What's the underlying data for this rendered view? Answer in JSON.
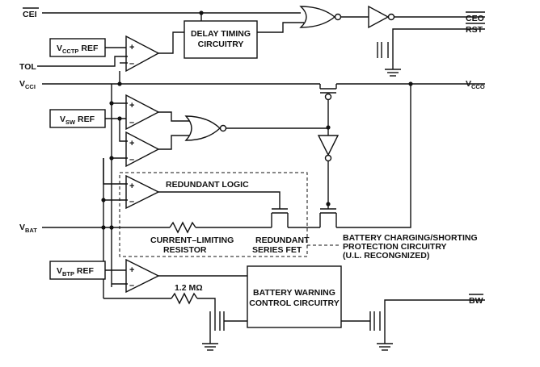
{
  "pins": {
    "cei": "CEI",
    "ceo": "CEO",
    "rst": "RST",
    "tol": "TOL",
    "vcci_main": "V",
    "vcci_sub": "CCI",
    "vcco_main": "V",
    "vcco_sub": "CCO",
    "vbat_main": "V",
    "vbat_sub": "BAT",
    "bw": "BW"
  },
  "refs": {
    "vcctp_main": "V",
    "vcctp_sub": "CCTP",
    "vcctp_tail": " REF",
    "vsw_main": "V",
    "vsw_sub": "SW",
    "vsw_tail": " REF",
    "vbtp_main": "V",
    "vbtp_sub": "BTP",
    "vbtp_tail": " REF"
  },
  "blocks": {
    "delay_line1": "DELAY TIMING",
    "delay_line2": "CIRCUITRY",
    "bw_line1": "BATTERY WARNING",
    "bw_line2": "CONTROL CIRCUITRY"
  },
  "labels": {
    "redundant_logic": "REDUNDANT LOGIC",
    "current_limiting_1": "CURRENT–LIMITING",
    "current_limiting_2": "RESISTOR",
    "redundant_fet_1": "REDUNDANT",
    "redundant_fet_2": "SERIES FET",
    "protection_1": "BATTERY CHARGING/SHORTING",
    "protection_2": "PROTECTION CIRCUITRY",
    "protection_3": "(U.L. RECONGNIZED)",
    "resistor_value": "1.2 MΩ"
  },
  "opamp_signs": {
    "plus": "+",
    "minus": "–"
  }
}
